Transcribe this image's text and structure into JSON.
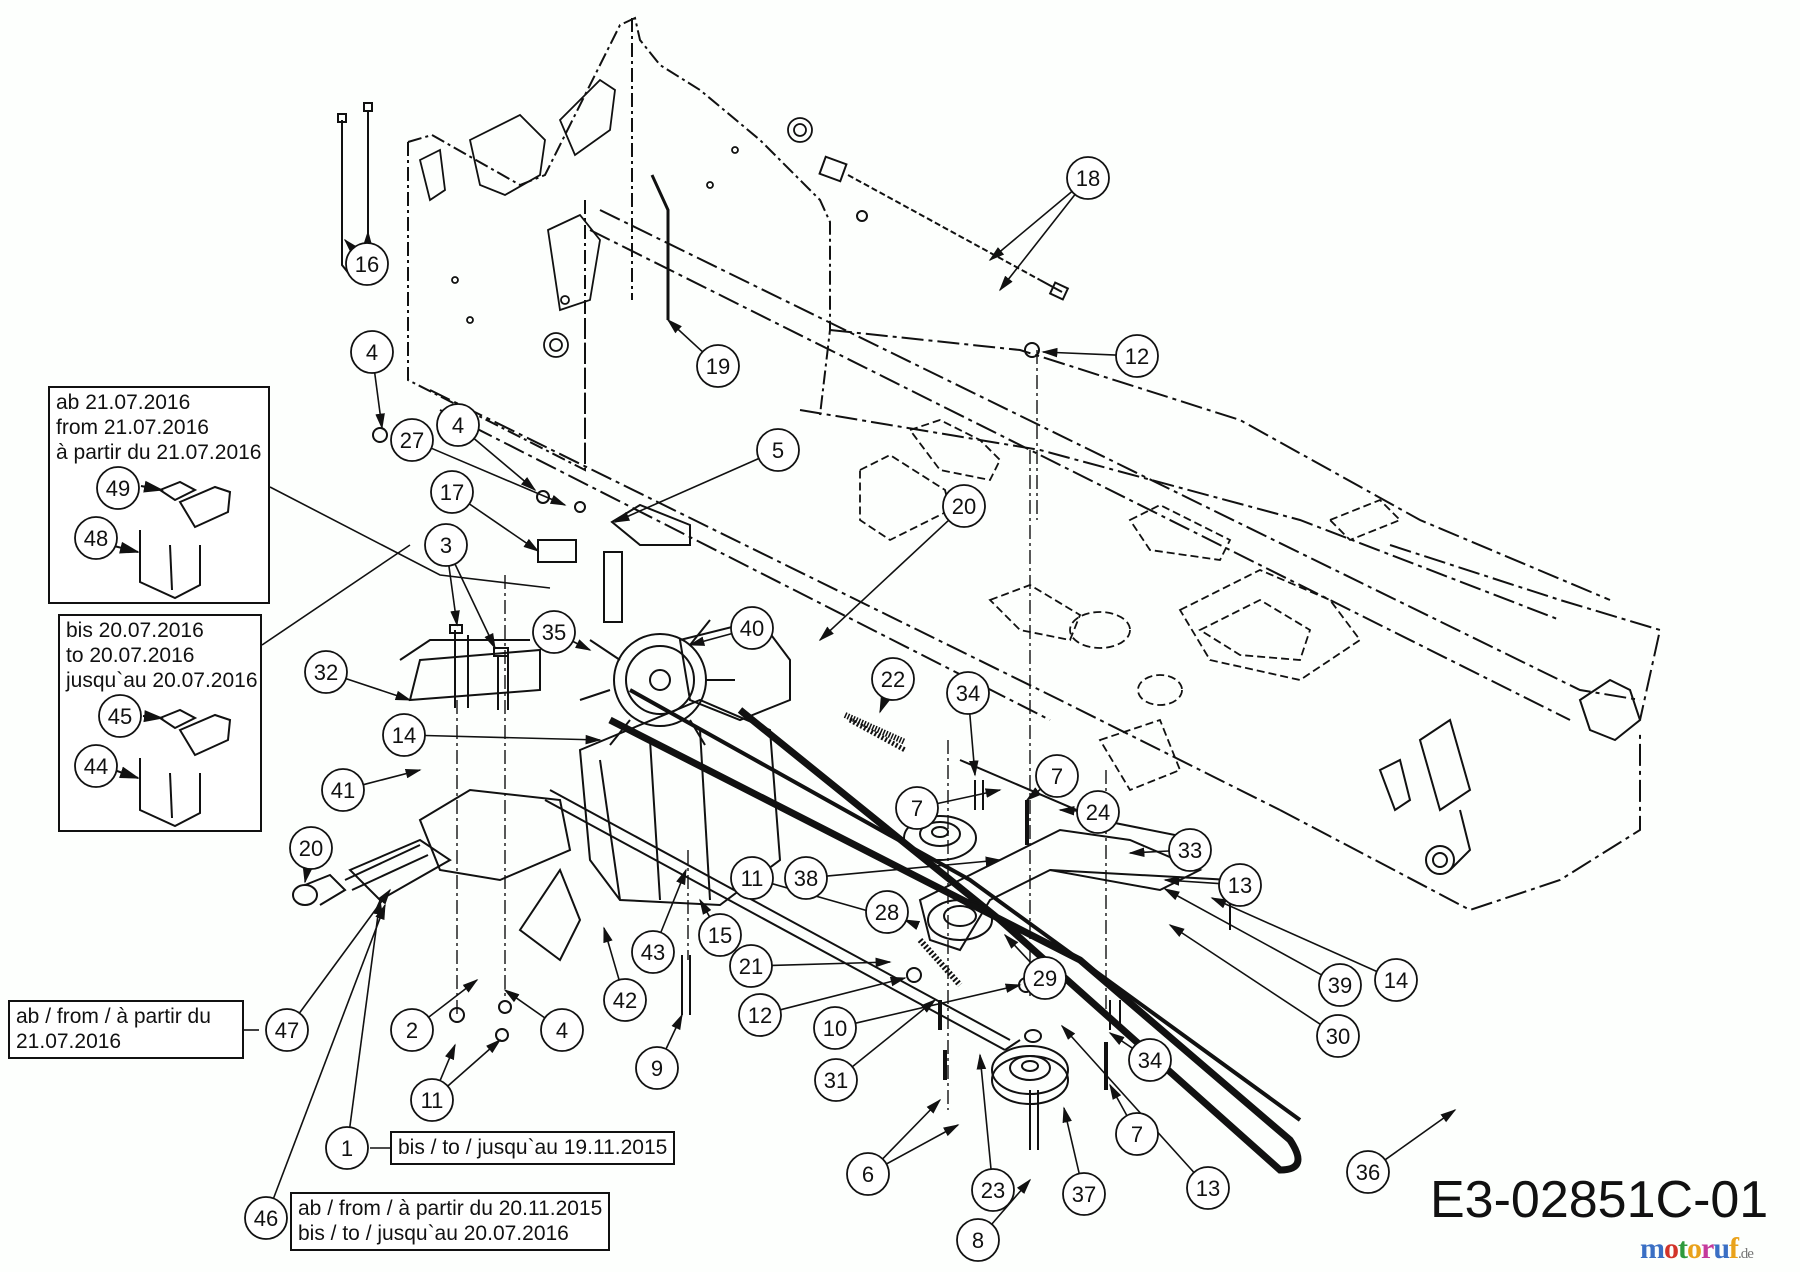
{
  "drawing_code": "E3-02851C-01",
  "watermark": {
    "letters": [
      {
        "ch": "m",
        "color": "#3a6fc4"
      },
      {
        "ch": "o",
        "color": "#d2342a"
      },
      {
        "ch": "t",
        "color": "#2e9a3c"
      },
      {
        "ch": "o",
        "color": "#e9a21b"
      },
      {
        "ch": "r",
        "color": "#c43a9c"
      },
      {
        "ch": "u",
        "color": "#3a6fc4"
      },
      {
        "ch": "f",
        "color": "#e9a21b"
      }
    ],
    "suffix": ".de",
    "text": "motoruf.de"
  },
  "notes": {
    "from_2016_box": {
      "line1": "ab 21.07.2016",
      "line2": "from 21.07.2016",
      "line3": "à partir du 21.07.2016"
    },
    "to_2016_box": {
      "line1": "bis 20.07.2016",
      "line2": "to 20.07.2016",
      "line3": "jusqu`au 20.07.2016"
    },
    "part47_note": {
      "line1": "ab / from / à partir du",
      "line2": "21.07.2016"
    },
    "part1_note": "bis / to / jusqu`au 19.11.2015",
    "part46_note": {
      "line1": "ab / from / à partir du 20.11.2015",
      "line2": "bis / to / jusqu`au 20.07.2016"
    }
  },
  "callouts": [
    {
      "num": "16"
    },
    {
      "num": "4"
    },
    {
      "num": "27"
    },
    {
      "num": "4"
    },
    {
      "num": "17"
    },
    {
      "num": "5"
    },
    {
      "num": "3"
    },
    {
      "num": "35"
    },
    {
      "num": "40"
    },
    {
      "num": "32"
    },
    {
      "num": "14"
    },
    {
      "num": "41"
    },
    {
      "num": "20"
    },
    {
      "num": "47"
    },
    {
      "num": "2"
    },
    {
      "num": "11"
    },
    {
      "num": "4"
    },
    {
      "num": "42"
    },
    {
      "num": "43"
    },
    {
      "num": "15"
    },
    {
      "num": "9"
    },
    {
      "num": "1"
    },
    {
      "num": "46"
    },
    {
      "num": "18"
    },
    {
      "num": "19"
    },
    {
      "num": "12"
    },
    {
      "num": "20"
    },
    {
      "num": "22"
    },
    {
      "num": "34"
    },
    {
      "num": "7"
    },
    {
      "num": "7"
    },
    {
      "num": "24"
    },
    {
      "num": "11"
    },
    {
      "num": "38"
    },
    {
      "num": "28"
    },
    {
      "num": "21"
    },
    {
      "num": "12"
    },
    {
      "num": "10"
    },
    {
      "num": "31"
    },
    {
      "num": "29"
    },
    {
      "num": "33"
    },
    {
      "num": "13"
    },
    {
      "num": "39"
    },
    {
      "num": "14"
    },
    {
      "num": "30"
    },
    {
      "num": "34"
    },
    {
      "num": "7"
    },
    {
      "num": "13"
    },
    {
      "num": "36"
    },
    {
      "num": "6"
    },
    {
      "num": "23"
    },
    {
      "num": "37"
    },
    {
      "num": "8"
    },
    {
      "num": "49"
    },
    {
      "num": "48"
    },
    {
      "num": "45"
    },
    {
      "num": "44"
    }
  ]
}
